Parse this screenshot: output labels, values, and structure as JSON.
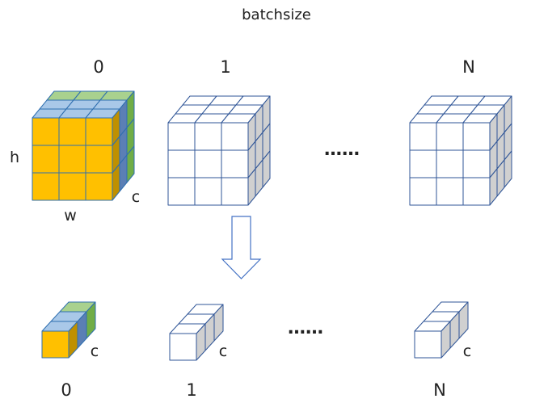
{
  "title": "batchsize",
  "top_row": {
    "indices": [
      "0",
      "1",
      "N"
    ],
    "ellipsis": "……",
    "axis_labels": {
      "h": "h",
      "w": "w",
      "c": "c"
    }
  },
  "bottom_row": {
    "indices": [
      "0",
      "1",
      "N"
    ],
    "ellipsis": "……",
    "channel_label": "c"
  },
  "colors": {
    "front_face": "#FFC000",
    "front_edge": "#2F6FB0",
    "top_layer_1": "#A9C8E8",
    "top_layer_2": "#A9D18E",
    "side_layer_1": "#BF9000",
    "side_layer_2": "#5B7FB5",
    "side_layer_3": "#70AD47",
    "white_face": "#FFFFFF",
    "white_side": "#D0D0D0",
    "white_edge": "#2F5597",
    "arrow_stroke": "#4472C4"
  }
}
